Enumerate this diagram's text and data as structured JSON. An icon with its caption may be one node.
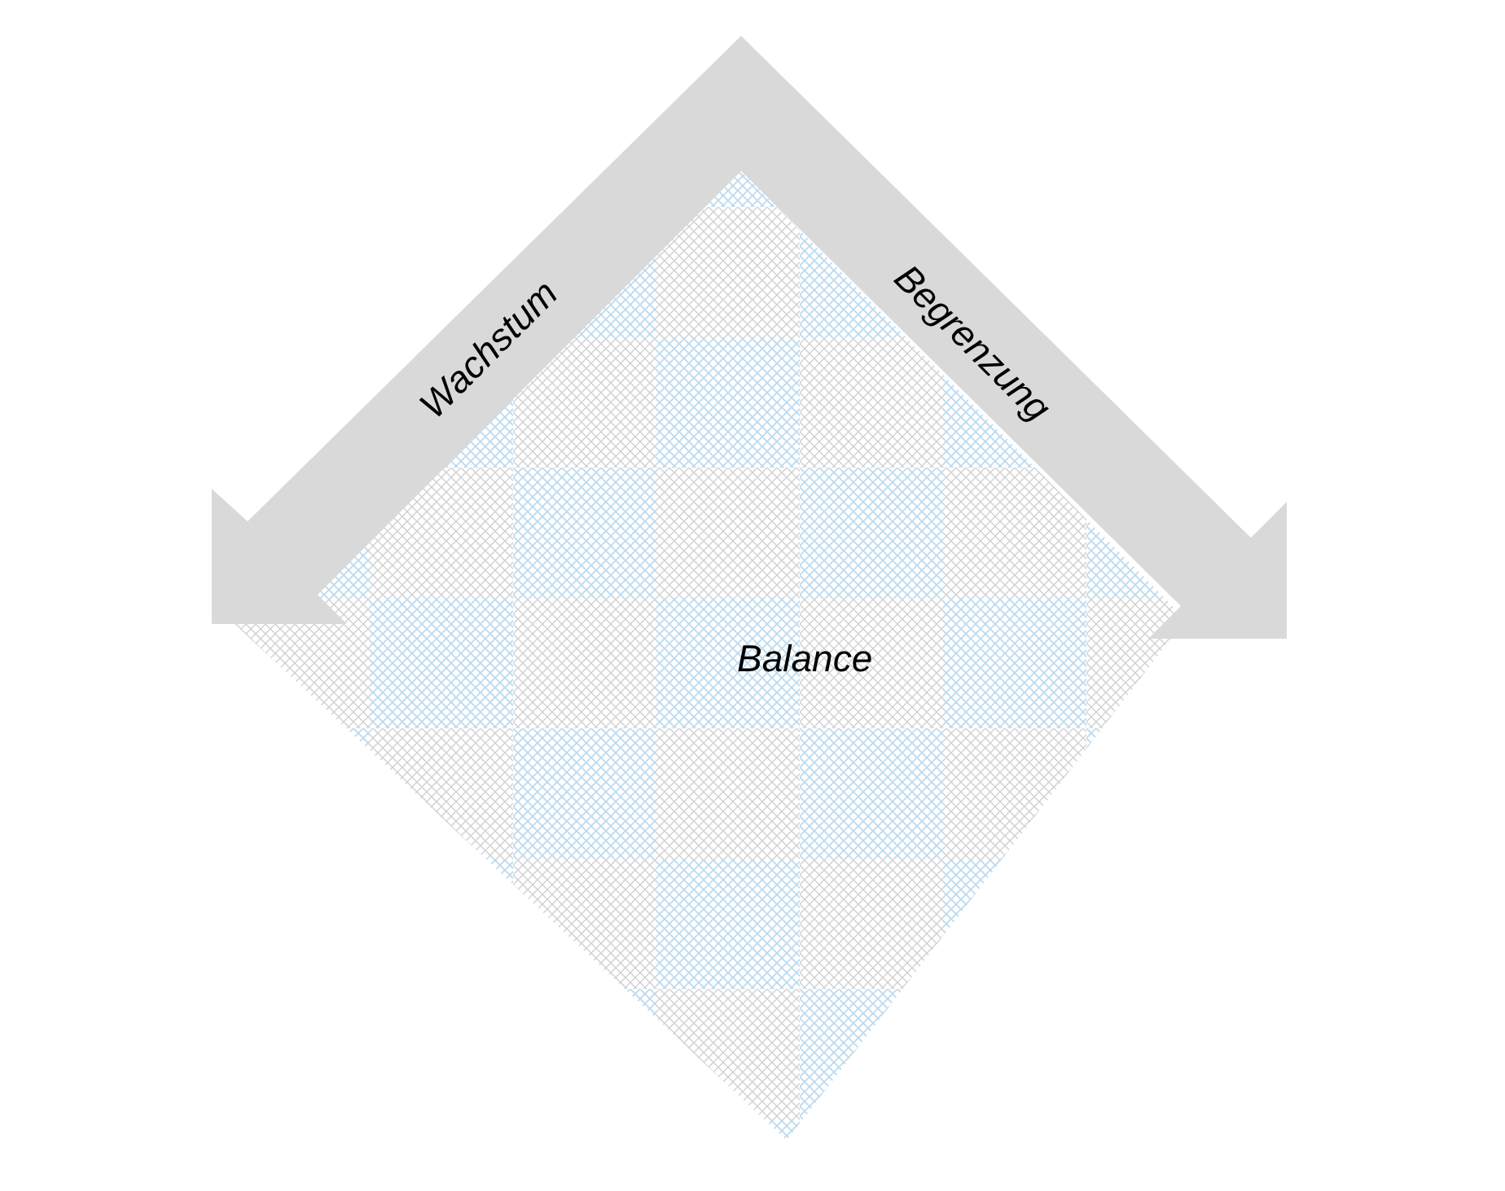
{
  "diagram": {
    "nodes": [
      {
        "text": [
          "Wachstum"
        ]
      },
      {
        "text": [
          "Begrenzung"
        ]
      },
      {
        "text": [
          "Balance"
        ]
      }
    ],
    "edges": []
  }
}
